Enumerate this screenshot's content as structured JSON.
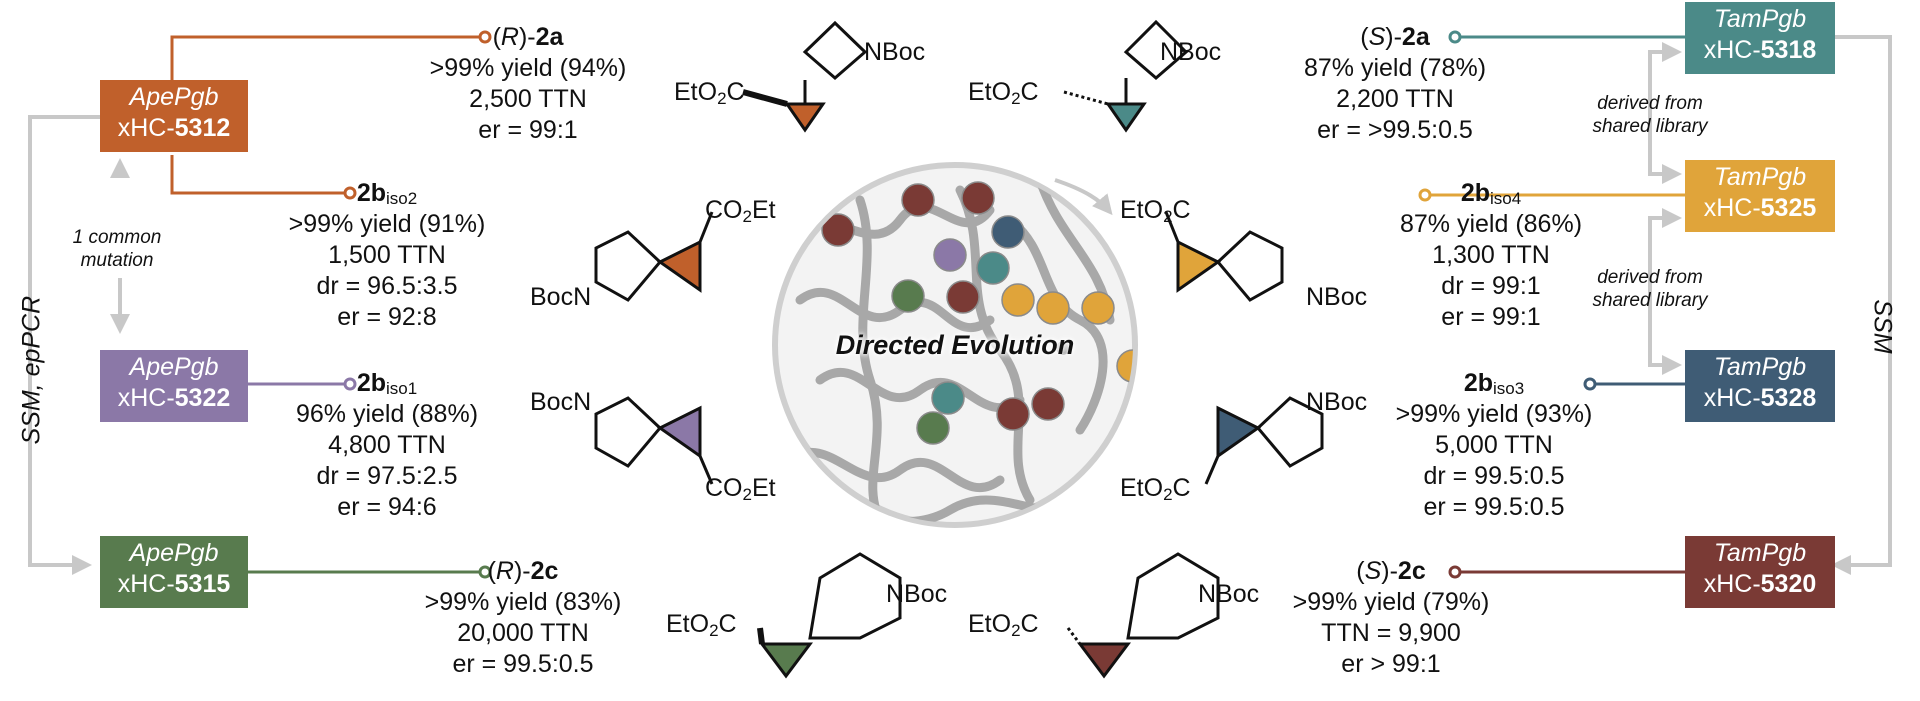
{
  "colors": {
    "orange": "#C0602B",
    "purple": "#8B78A7",
    "green": "#587B4E",
    "teal": "#4B8A88",
    "gold": "#E0A43A",
    "navy": "#3F5C75",
    "maroon": "#7A3A35",
    "gray_arrow": "#C8C8C8"
  },
  "left_enzymes": [
    {
      "name": "ApePgb",
      "prefix": "xHC-",
      "number": "5312",
      "color": "#C0602B"
    },
    {
      "name": "ApePgb",
      "prefix": "xHC-",
      "number": "5322",
      "color": "#8B78A7"
    },
    {
      "name": "ApePgb",
      "prefix": "xHC-",
      "number": "5315",
      "color": "#587B4E"
    }
  ],
  "right_enzymes": [
    {
      "name": "TamPgb",
      "prefix": "xHC-",
      "number": "5318",
      "color": "#4B8A88"
    },
    {
      "name": "TamPgb",
      "prefix": "xHC-",
      "number": "5325",
      "color": "#E0A43A"
    },
    {
      "name": "TamPgb",
      "prefix": "xHC-",
      "number": "5328",
      "color": "#3F5C75"
    },
    {
      "name": "TamPgb",
      "prefix": "xHC-",
      "number": "5320",
      "color": "#7A3A35"
    }
  ],
  "left_axis_label": "SSM, epPCR",
  "right_axis_label": "SSM",
  "common_mutation_note": [
    "1 common",
    "mutation"
  ],
  "derived_note": [
    "derived from",
    "shared library"
  ],
  "center_title": "Directed Evolution",
  "results": {
    "r2a": {
      "config": "R",
      "compound": "2a",
      "lines": [
        ">99% yield (94%)",
        "2,500 TTN",
        "er = 99:1"
      ]
    },
    "b2iso2": {
      "compound": "2b",
      "sub": "iso2",
      "lines": [
        ">99% yield (91%)",
        "1,500 TTN",
        "dr = 96.5:3.5",
        "er = 92:8"
      ]
    },
    "b2iso1": {
      "compound": "2b",
      "sub": "iso1",
      "lines": [
        "96% yield (88%)",
        "4,800 TTN",
        "dr = 97.5:2.5",
        "er = 94:6"
      ]
    },
    "r2c": {
      "config": "R",
      "compound": "2c",
      "lines": [
        ">99% yield (83%)",
        "20,000 TTN",
        "er = 99.5:0.5"
      ]
    },
    "s2a": {
      "config": "S",
      "compound": "2a",
      "lines": [
        "87% yield (78%)",
        "2,200 TTN",
        "er = >99.5:0.5"
      ]
    },
    "b2iso4": {
      "compound": "2b",
      "sub": "iso4",
      "lines": [
        "87% yield (86%)",
        "1,300 TTN",
        "dr = 99:1",
        "er = 99:1"
      ]
    },
    "b2iso3": {
      "compound": "2b",
      "sub": "iso3",
      "lines": [
        ">99% yield (93%)",
        "5,000 TTN",
        "dr = 99.5:0.5",
        "er = 99.5:0.5"
      ]
    },
    "s2c": {
      "config": "S",
      "compound": "2c",
      "lines": [
        ">99% yield (79%)",
        "TTN = 9,900",
        "er > 99:1"
      ]
    }
  },
  "structure_labels": {
    "nboc": "NBoc",
    "bocn": "BocN",
    "eto2c_a": "EtO",
    "eto2c_b": "C",
    "co2et_a": "CO",
    "co2et_b": "Et",
    "sub2": "2"
  }
}
